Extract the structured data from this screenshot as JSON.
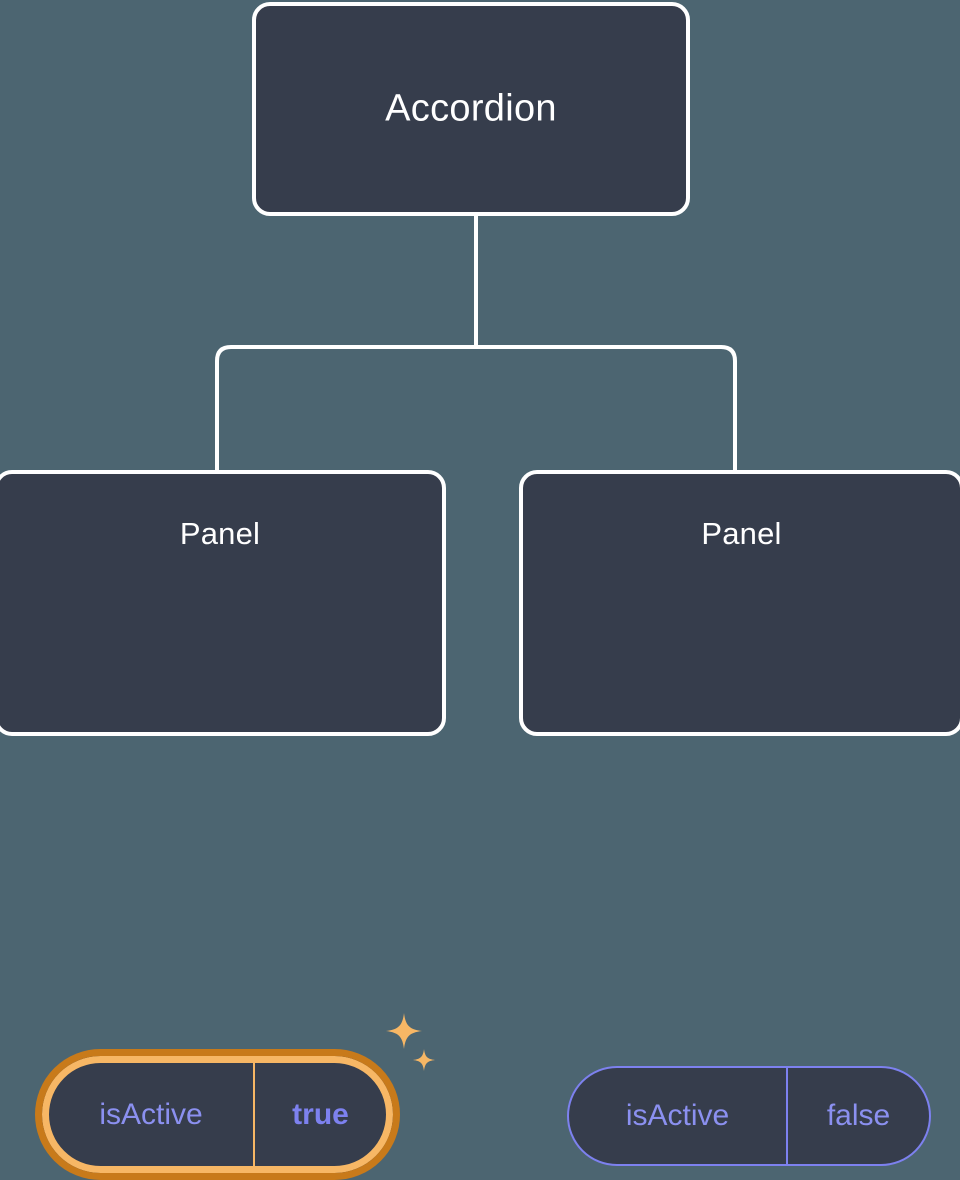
{
  "diagram": {
    "type": "component-tree",
    "background_color": "#4c6571",
    "node_fill_color": "#363d4c",
    "node_border_color": "#ffffff",
    "edge_color": "#ffffff",
    "accent_highlight_color": "#f7b765",
    "accent_highlight_outer_color": "#c87a1a",
    "prop_text_color": "#8b90f0",
    "prop_value_active_color": "#7d81ef",
    "root": {
      "label": "Accordion"
    },
    "children": [
      {
        "label": "Panel",
        "highlighted": true,
        "prop": {
          "key": "isActive",
          "value": "true"
        },
        "sparkle_large": "sparkle-icon",
        "sparkle_small": "sparkle-icon"
      },
      {
        "label": "Panel",
        "highlighted": false,
        "prop": {
          "key": "isActive",
          "value": "false"
        }
      }
    ]
  }
}
